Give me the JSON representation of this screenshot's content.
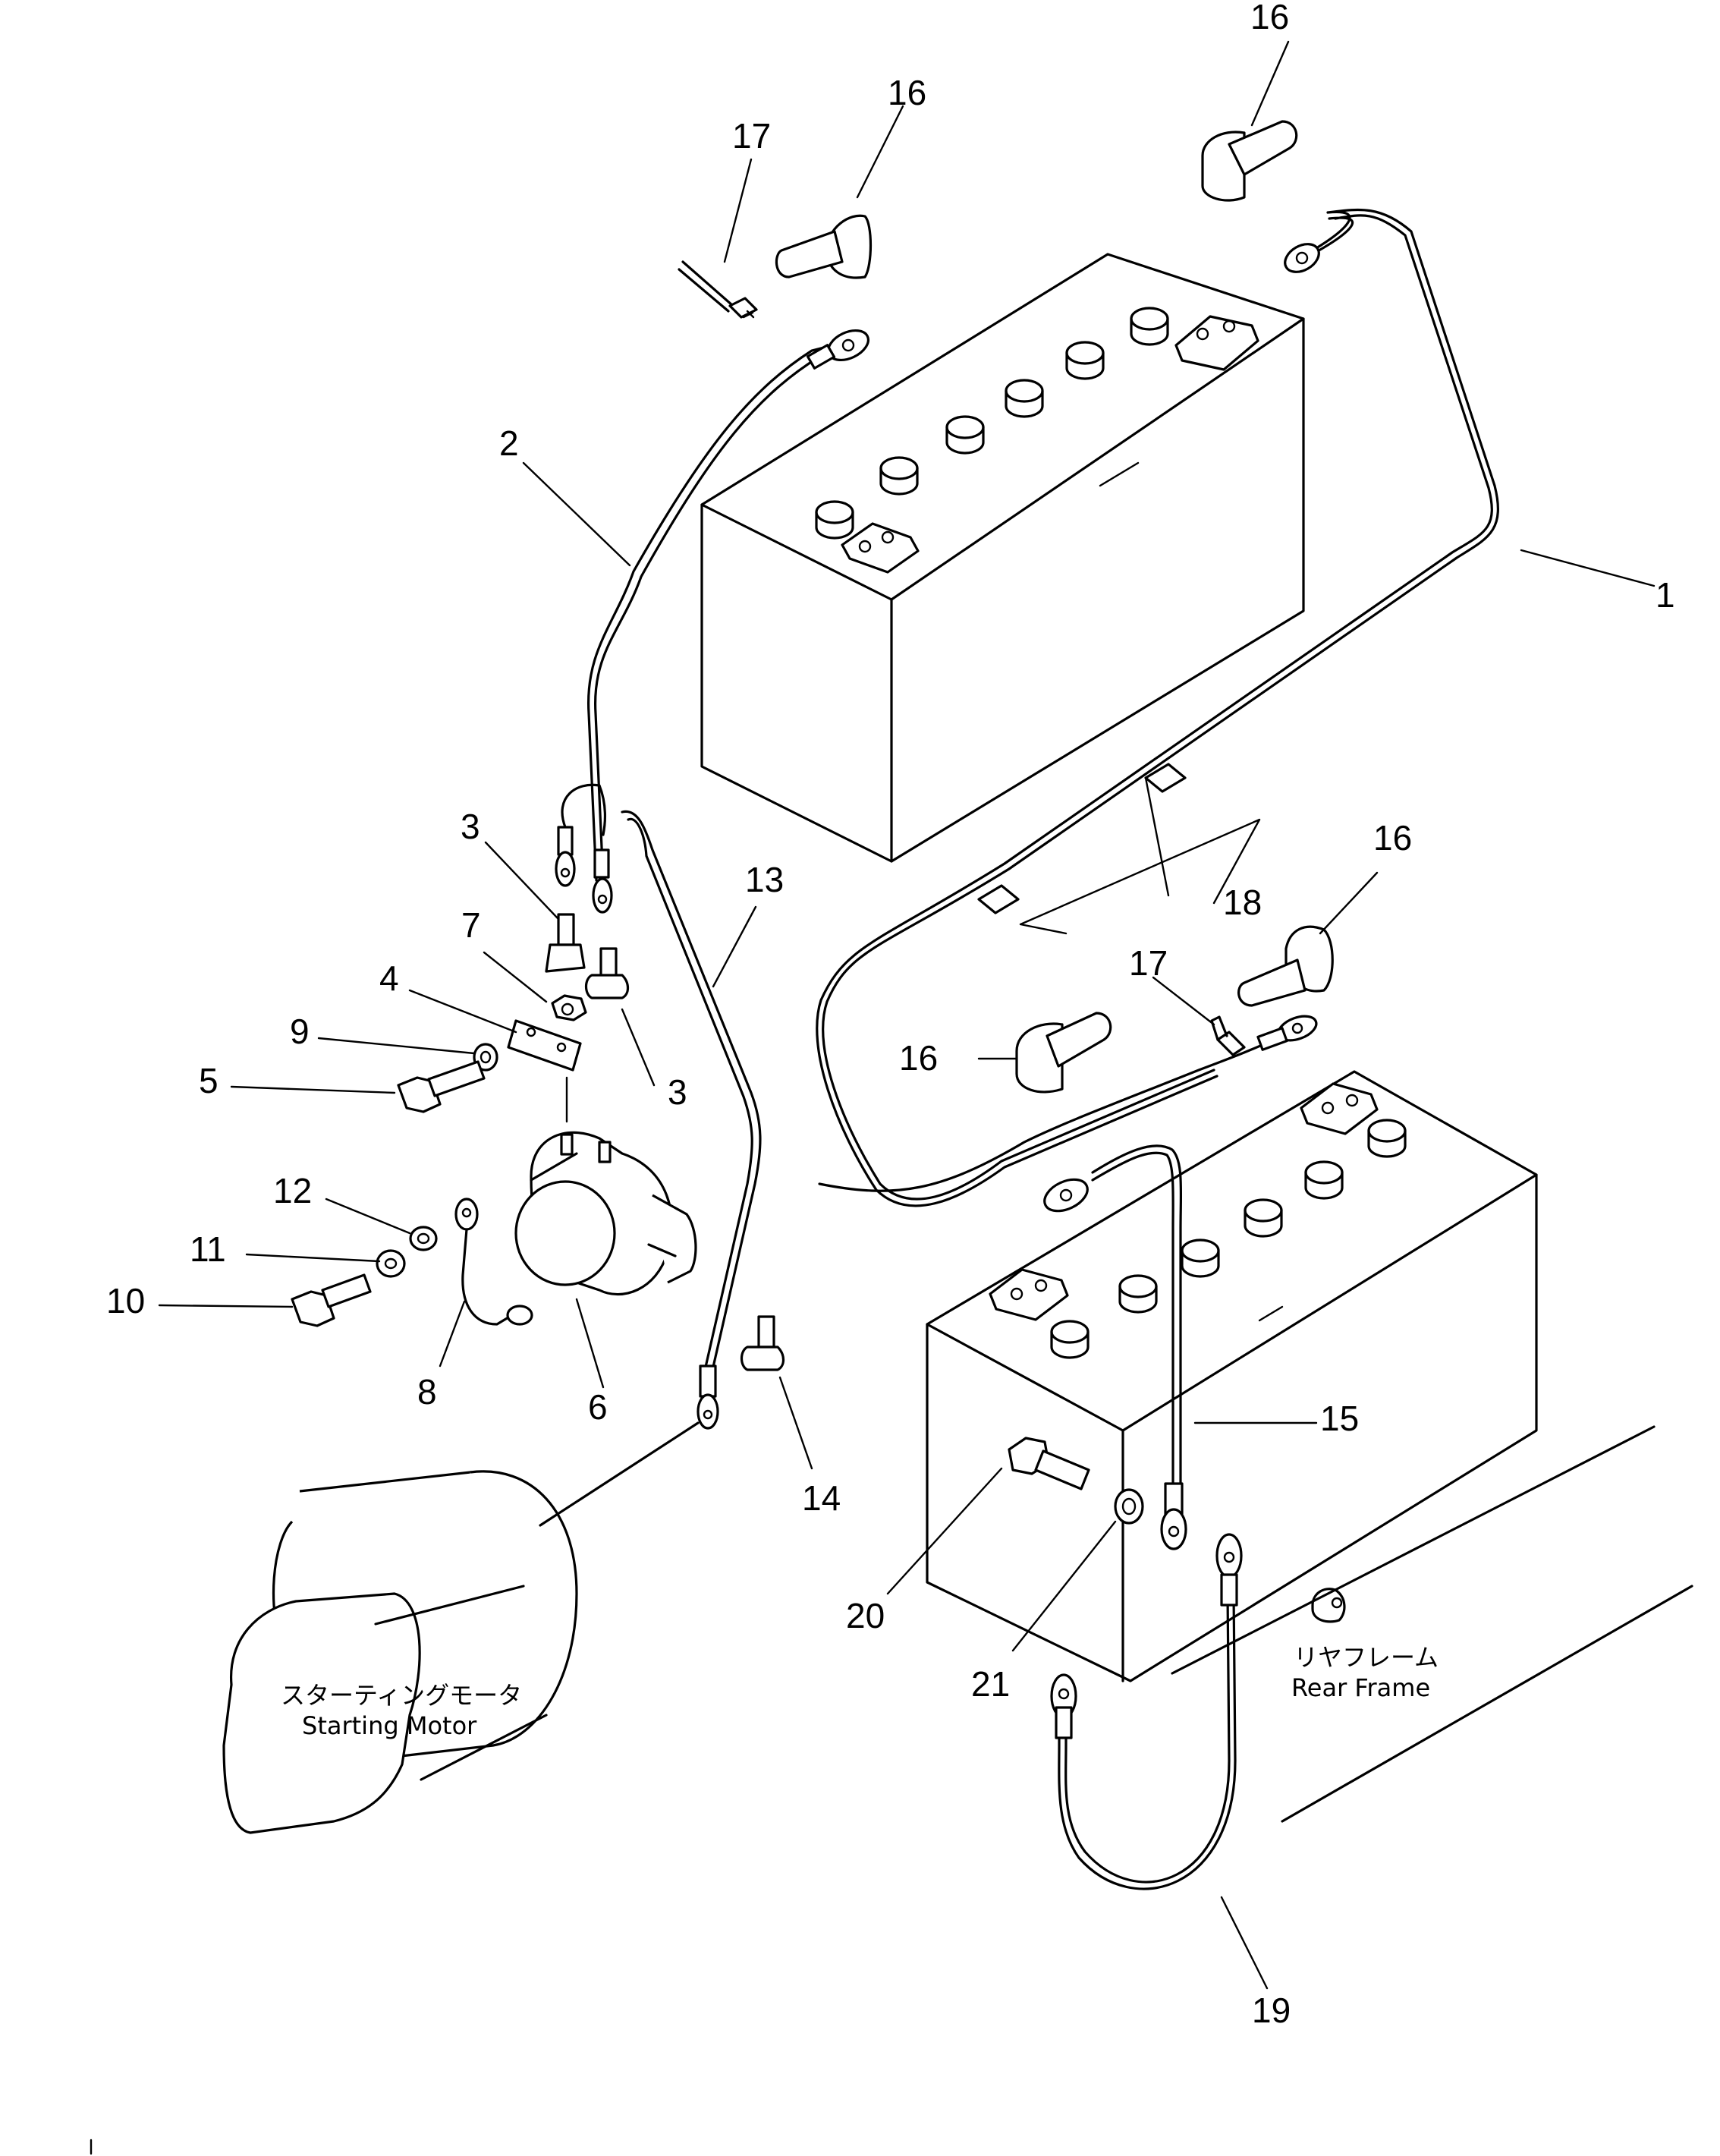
{
  "callouts": [
    "1",
    "2",
    "3",
    "3",
    "4",
    "5",
    "6",
    "7",
    "8",
    "9",
    "10",
    "11",
    "12",
    "13",
    "14",
    "15",
    "16",
    "16",
    "16",
    "16",
    "17",
    "17",
    "18",
    "19",
    "20",
    "21"
  ],
  "captions": {
    "starting_motor_jp": "スターティングモータ",
    "starting_motor_en": "Starting Motor",
    "rear_frame_jp": "リヤフレーム",
    "rear_frame_en": "Rear Frame"
  }
}
